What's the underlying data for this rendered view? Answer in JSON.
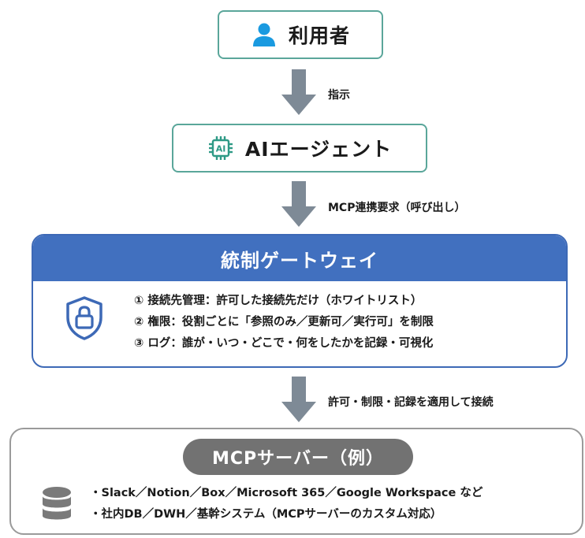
{
  "user_node": {
    "label": "利用者",
    "icon": "person-icon"
  },
  "arrow1": {
    "label": "指示"
  },
  "agent_node": {
    "label": "AIエージェント",
    "icon": "ai-chip-icon",
    "icon_text": "AI"
  },
  "arrow2": {
    "label": "MCP連携要求（呼び出し）"
  },
  "gateway": {
    "title": "統制ゲートウェイ",
    "icon": "shield-lock-icon",
    "lines": [
      "① 接続先管理：許可した接続先だけ（ホワイトリスト）",
      "② 権限：役割ごとに「参照のみ／更新可／実行可」を制限",
      "③ ログ：誰が・いつ・どこで・何をしたかを記録・可視化"
    ]
  },
  "arrow3": {
    "label": "許可・制限・記録を適用して接続"
  },
  "servers": {
    "title": "MCPサーバー（例）",
    "icon": "database-icon",
    "lines": [
      "・Slack／Notion／Box／Microsoft 365／Google Workspace など",
      "・社内DB／DWH／基幹システム（MCPサーバーのカスタム対応）"
    ]
  },
  "colors": {
    "teal_border": "#5aa69a",
    "accent_blue": "#3d69b6",
    "person_blue": "#1a9ae0",
    "arrow_gray": "#7e8a96",
    "pill_gray": "#727272"
  }
}
